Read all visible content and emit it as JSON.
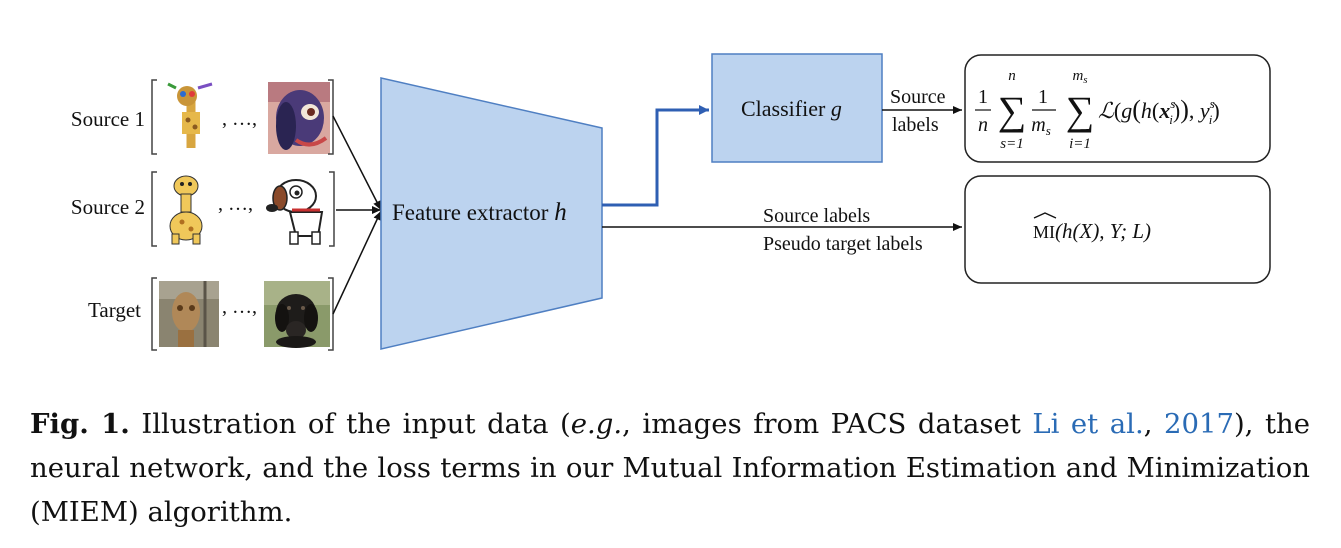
{
  "diagram": {
    "inputs": [
      {
        "label": "Source 1",
        "ellipsis": ", …,",
        "image_left": "giraffe-sketch-image",
        "image_right": "dog-painting-image"
      },
      {
        "label": "Source 2",
        "ellipsis": ", …,",
        "image_left": "giraffe-cartoon-image",
        "image_right": "dog-cartoon-image"
      },
      {
        "label": "Target",
        "ellipsis": ", …,",
        "image_left": "giraffe-photo-image",
        "image_right": "dog-photo-image"
      }
    ],
    "feature_extractor": {
      "label": "Feature extractor",
      "symbol": "h"
    },
    "classifier": {
      "label": "Classifier",
      "symbol": "g"
    },
    "edge_labels": {
      "classifier_line1": "Source",
      "classifier_line2": "labels",
      "mi_line1": "Source labels",
      "mi_line2": "Pseudo target labels"
    },
    "loss_box": {
      "formula": "\\frac{1}{n}\\sum_{s=1}^{n}\\frac{1}{m_s}\\sum_{i=1}^{m_s}\\mathcal{L}(g(h(x_i^s)), y_i^s)",
      "frac1_num": "1",
      "frac1_den": "n",
      "sum1_top": "n",
      "sum1_bottom": "s=1",
      "frac2_num": "1",
      "frac2_den": "m",
      "frac2_den_sub": "s",
      "sum2_top": "m",
      "sum2_top_sub": "s",
      "sum2_bottom": "i=1",
      "loss_symbol": "ℒ"
    },
    "mi_box": {
      "formula": "\\widehat{MI}(h(X), Y; L)",
      "mi_symbol": "MI",
      "args": "(h(X), Y; L)"
    },
    "colors": {
      "block_fill": "#bcd3ef",
      "block_stroke": "#4f7fc2",
      "arrow_blue": "#2f5fb3",
      "arrow_black": "#111111",
      "citation": "#2a6bb5"
    }
  },
  "caption": {
    "fig_label": "Fig. 1.",
    "text_1": " Illustration of the input data (",
    "eg": "e.g.",
    "text_2": ", images from PACS dataset ",
    "cite_author": "Li et al.",
    "cite_sep": ", ",
    "cite_year": "2017",
    "text_3": "), the neural network, and the loss terms in our Mutual Information Estimation and Minimization (MIEM) algorithm."
  }
}
